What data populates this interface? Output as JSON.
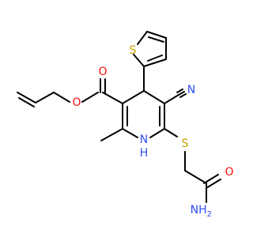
{
  "molecule": {
    "atom_labels": {
      "ester_o1": "O",
      "ester_o2": "O",
      "thiophene_s": "S",
      "nitrile_n": "N",
      "ring_nh": "N",
      "ring_nh_h": "H",
      "thioether_s": "S",
      "amide_o": "O",
      "amide_n": "NH",
      "amide_n_sub": "2"
    },
    "colors": {
      "bond": "#000000",
      "O": "#ff0d0d",
      "N": "#3050f8",
      "S": "#c8a000"
    }
  }
}
